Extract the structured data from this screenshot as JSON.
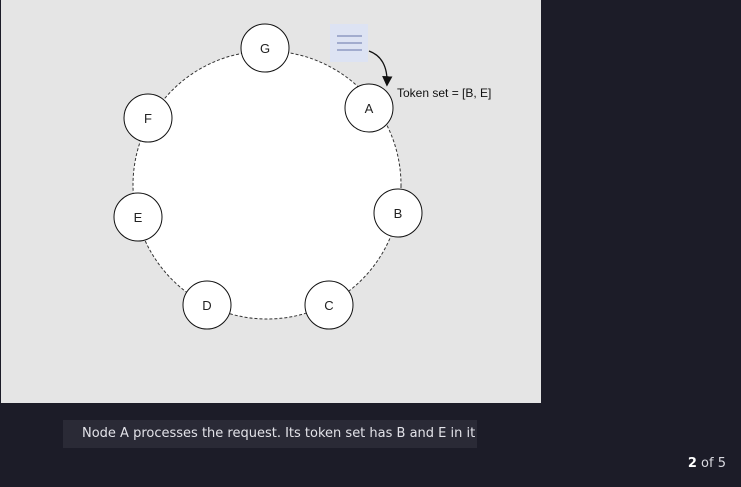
{
  "diagram": {
    "nodes": [
      {
        "id": "G",
        "label": "G"
      },
      {
        "id": "A",
        "label": "A"
      },
      {
        "id": "B",
        "label": "B"
      },
      {
        "id": "C",
        "label": "C"
      },
      {
        "id": "D",
        "label": "D"
      },
      {
        "id": "E",
        "label": "E"
      },
      {
        "id": "F",
        "label": "F"
      }
    ],
    "request_icon": "hamburger-menu-icon",
    "token_annotation": "Token set = [B, E]",
    "colors": {
      "stage_background": "#e5e5e5",
      "ring_fill": "#ffffff",
      "request_icon_background": "#dde3f3",
      "request_icon_lines": "#7f8bb7"
    }
  },
  "caption": "Node A processes the request. Its token set has B and E in it",
  "pager": {
    "current": "2",
    "suffix": " of 5"
  }
}
